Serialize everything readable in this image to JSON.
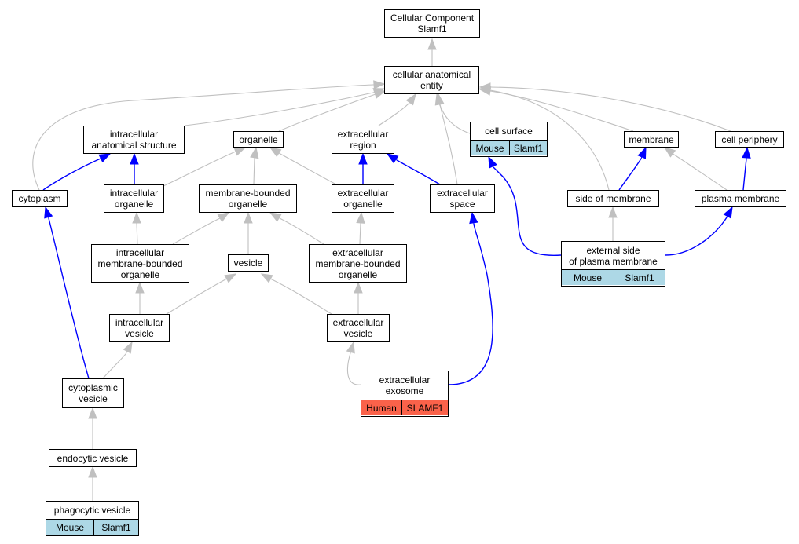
{
  "nodes": {
    "root": "Cellular Component\nSlamf1",
    "cae": "cellular anatomical\nentity",
    "ias": "intracellular\nanatomical structure",
    "organelle": "organelle",
    "exreg": "extracellular\nregion",
    "cellsurf": "cell surface",
    "membrane": "membrane",
    "cellper": "cell periphery",
    "cytoplasm": "cytoplasm",
    "intorg": "intracellular\norganelle",
    "mbo": "membrane-bounded\norganelle",
    "exorg": "extracellular\norganelle",
    "exspace": "extracellular\nspace",
    "sidemem": "side of membrane",
    "plasmamem": "plasma membrane",
    "intmbo": "intracellular\nmembrane-bounded\norganelle",
    "vesicle": "vesicle",
    "exmbo": "extracellular\nmembrane-bounded\norganelle",
    "extside": "external side\nof plasma membrane",
    "intves": "intracellular\nvesicle",
    "exves": "extracellular\nvesicle",
    "exosome": "extracellular\nexosome",
    "cytves": "cytoplasmic\nvesicle",
    "endoves": "endocytic vesicle",
    "phagoves": "phagocytic vesicle"
  },
  "annotations": {
    "cellsurf": [
      "Mouse",
      "Slamf1"
    ],
    "extside": [
      "Mouse",
      "Slamf1"
    ],
    "exosome": [
      "Human",
      "SLAMF1"
    ],
    "phagoves": [
      "Mouse",
      "Slamf1"
    ]
  },
  "colors": {
    "is_a_edge": "#c0c0c0",
    "part_of_edge": "#0000ff",
    "mouse_annotation": "#add8e6",
    "human_annotation": "#fa624a"
  },
  "edges": [
    {
      "from": "cae",
      "to": "root",
      "type": "is_a"
    },
    {
      "from": "ias",
      "to": "cae",
      "type": "is_a"
    },
    {
      "from": "organelle",
      "to": "cae",
      "type": "is_a"
    },
    {
      "from": "exreg",
      "to": "cae",
      "type": "is_a"
    },
    {
      "from": "cellsurf",
      "to": "cae",
      "type": "is_a"
    },
    {
      "from": "membrane",
      "to": "cae",
      "type": "is_a"
    },
    {
      "from": "cellper",
      "to": "cae",
      "type": "is_a"
    },
    {
      "from": "cytoplasm",
      "to": "cae",
      "type": "is_a"
    },
    {
      "from": "exspace",
      "to": "cae",
      "type": "is_a"
    },
    {
      "from": "sidemem",
      "to": "cae",
      "type": "is_a"
    },
    {
      "from": "cytoplasm",
      "to": "ias",
      "type": "part_of"
    },
    {
      "from": "intorg",
      "to": "ias",
      "type": "part_of"
    },
    {
      "from": "intorg",
      "to": "organelle",
      "type": "is_a"
    },
    {
      "from": "mbo",
      "to": "organelle",
      "type": "is_a"
    },
    {
      "from": "exorg",
      "to": "organelle",
      "type": "is_a"
    },
    {
      "from": "exorg",
      "to": "exreg",
      "type": "part_of"
    },
    {
      "from": "exspace",
      "to": "exreg",
      "type": "part_of"
    },
    {
      "from": "sidemem",
      "to": "membrane",
      "type": "part_of"
    },
    {
      "from": "plasmamem",
      "to": "membrane",
      "type": "is_a"
    },
    {
      "from": "plasmamem",
      "to": "cellper",
      "type": "part_of"
    },
    {
      "from": "intmbo",
      "to": "intorg",
      "type": "is_a"
    },
    {
      "from": "intmbo",
      "to": "mbo",
      "type": "is_a"
    },
    {
      "from": "vesicle",
      "to": "mbo",
      "type": "is_a"
    },
    {
      "from": "exmbo",
      "to": "mbo",
      "type": "is_a"
    },
    {
      "from": "exmbo",
      "to": "exorg",
      "type": "is_a"
    },
    {
      "from": "extside",
      "to": "cellsurf",
      "type": "part_of"
    },
    {
      "from": "extside",
      "to": "sidemem",
      "type": "is_a"
    },
    {
      "from": "extside",
      "to": "plasmamem",
      "type": "part_of"
    },
    {
      "from": "intves",
      "to": "intmbo",
      "type": "is_a"
    },
    {
      "from": "intves",
      "to": "vesicle",
      "type": "is_a"
    },
    {
      "from": "exves",
      "to": "vesicle",
      "type": "is_a"
    },
    {
      "from": "exves",
      "to": "exmbo",
      "type": "is_a"
    },
    {
      "from": "exosome",
      "to": "exves",
      "type": "is_a"
    },
    {
      "from": "exosome",
      "to": "exspace",
      "type": "part_of"
    },
    {
      "from": "cytves",
      "to": "intves",
      "type": "is_a"
    },
    {
      "from": "cytves",
      "to": "cytoplasm",
      "type": "part_of"
    },
    {
      "from": "endoves",
      "to": "cytves",
      "type": "is_a"
    },
    {
      "from": "phagoves",
      "to": "endoves",
      "type": "is_a"
    }
  ]
}
